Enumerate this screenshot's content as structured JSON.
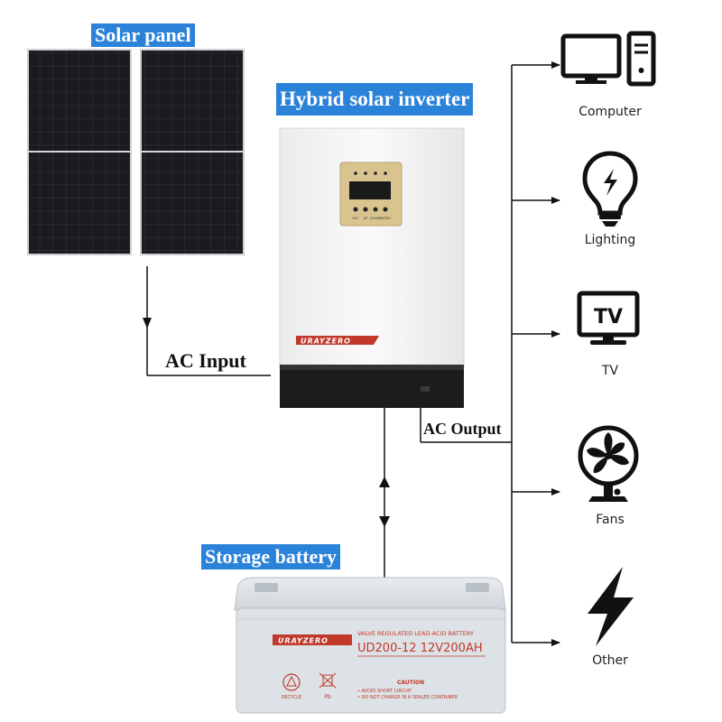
{
  "labels": {
    "solar_panel": "Solar panel",
    "inverter": "Hybrid solar inverter",
    "ac_input": "AC Input",
    "ac_output": "AC Output",
    "battery": "Storage battery"
  },
  "inverter": {
    "brand": "URAYZERO",
    "buttons": [
      "ESC",
      "UP",
      "DOWN",
      "ENTER"
    ]
  },
  "battery": {
    "brand": "URAYZERO",
    "type_text": "VALVE REGULATED LEAD-ACID BATTERY",
    "model": "UD200-12  12V200AH",
    "caution_title": "CAUTION",
    "caution_lines": [
      "• AVOID SHORT CIRCUIT",
      "• DO NOT CHARGE IN A SEALED CONTAINER"
    ],
    "recycle_text": "RECYCLE",
    "pb_text": "Pb"
  },
  "appliances": [
    {
      "label": "Computer",
      "icon": "computer-icon"
    },
    {
      "label": "Lighting",
      "icon": "light-bulb-icon"
    },
    {
      "label": "TV",
      "icon": "tv-icon"
    },
    {
      "label": "Fans",
      "icon": "fan-icon"
    },
    {
      "label": "Other",
      "icon": "lightning-bolt-icon"
    }
  ],
  "tv_icon_text": "TV",
  "colors": {
    "label_bg": "#2b82d9",
    "label_text": "#ffffff",
    "inverter_body": "#f4f4f4",
    "inverter_base": "#1c1c1c",
    "lcd_panel": "#d9c48f",
    "battery_body": "#dde2e6",
    "battery_red": "#c0392b"
  }
}
